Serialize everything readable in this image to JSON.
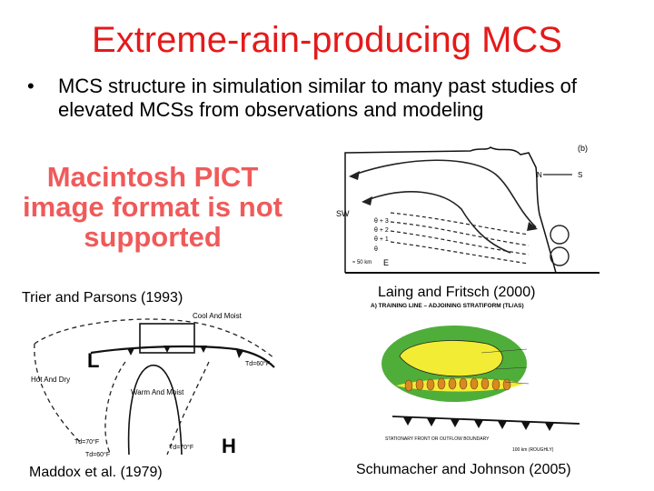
{
  "slide": {
    "title": "Extreme-rain-producing MCS",
    "bullet": "MCS structure in simulation similar to many past studies of elevated MCSs from observations and modeling",
    "bullet_marker": "•",
    "pict_message": "Macintosh PICT image format is not supported",
    "captions": {
      "trier": "Trier and Parsons (1993)",
      "laing": "Laing and Fritsch (2000)",
      "maddox": "Maddox et al. (1979)",
      "schumacher": "Schumacher and Johnson (2005)"
    },
    "laing_figure": {
      "panel": "(b)",
      "north": "N",
      "south": "S",
      "sw": "SW",
      "e": "E",
      "theta3": "θ + 3",
      "theta2": "θ + 2",
      "theta1": "θ + 1",
      "theta": "θ",
      "scale": "≈ 50 km"
    },
    "maddox_figure": {
      "cool_moist": "Cool And Moist",
      "hot_dry": "Hot And Dry",
      "warm_moist": "Warm And Moist",
      "low": "L",
      "high": "H",
      "td60_right": "Td=60°F",
      "td70_left": "Td=70°F",
      "td60_left": "Td=60°F",
      "td70_right": "Td=70°F"
    },
    "schumacher_figure": {
      "header": "A) TRAINING LINE – ADJOINING STRATIFORM (TL/AS)",
      "bottom_label": "STATIONARY FRONT OR OUTFLOW BOUNDARY",
      "scale": "100 km (ROUGHLY)"
    }
  }
}
